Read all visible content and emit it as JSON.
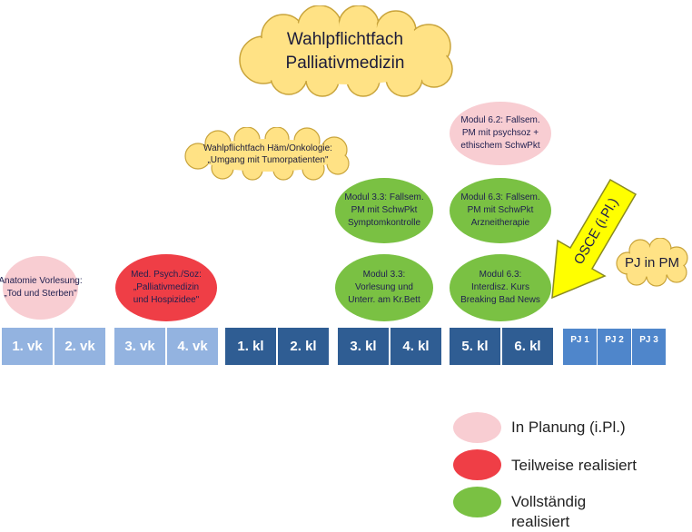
{
  "title_cloud": {
    "lines": [
      "Wahlpflichtfach",
      "Palliativmedizin"
    ],
    "color": "#ffe285"
  },
  "haem_cloud": {
    "lines": [
      "Wahlpflichtfach Häm/Onkologie:",
      "„Umgang mit Tumorpatienten\""
    ]
  },
  "pj_cloud": {
    "text": "PJ in PM"
  },
  "osce_arrow": {
    "text": "OSCE (i.Pl.)",
    "color": "#ffff00"
  },
  "modules": [
    {
      "lines": [
        "Anatomie Vorlesung:",
        "„Tod und Sterben\""
      ],
      "status": "in_planung"
    },
    {
      "lines": [
        "Med. Psych./Soz:",
        "„Palliativmedizin",
        "und Hospizidee\""
      ],
      "status": "teilweise"
    },
    {
      "lines": [
        "Modul 3.3: Fallsem.",
        "PM  mit SchwPkt",
        "Symptomkontrolle"
      ],
      "status": "vollstaendig"
    },
    {
      "lines": [
        "Modul 3.3:",
        "Vorlesung und",
        "Unterr. am Kr.Bett"
      ],
      "status": "vollstaendig"
    },
    {
      "lines": [
        "Modul 6.2: Fallsem.",
        "PM mit psychsoz +",
        "ethischem SchwPkt"
      ],
      "status": "in_planung"
    },
    {
      "lines": [
        "Modul 6.3: Fallsem.",
        "PM mit SchwPkt",
        "Arzneitherapie"
      ],
      "status": "vollstaendig"
    },
    {
      "lines": [
        "Modul 6.3:",
        "Interdisz. Kurs",
        "Breaking Bad News"
      ],
      "status": "vollstaendig"
    }
  ],
  "semesters": [
    "1. vk",
    "2. vk",
    "3. vk",
    "4. vk",
    "1. kl",
    "2. kl",
    "3. kl",
    "4. kl",
    "5. kl",
    "6. kl"
  ],
  "pj": [
    "PJ 1",
    "PJ 2",
    "PJ 3"
  ],
  "legend": [
    {
      "label": "In Planung (i.Pl.)",
      "color": "#f8cdd2"
    },
    {
      "label": "Teilweise realisiert",
      "color": "#ef3e46"
    },
    {
      "label": "Vollständig realisiert",
      "color": "#7ac143"
    }
  ],
  "colors": {
    "in_planung": "#f8cdd2",
    "teilweise": "#ef3e46",
    "vollstaendig": "#7ac143",
    "light_blue": "#93b3e0",
    "dark_blue": "#2f5d93",
    "pj_blue": "#4f86cb"
  }
}
